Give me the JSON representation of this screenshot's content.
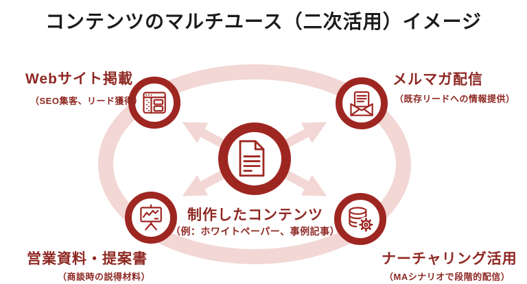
{
  "title": "コンテンツのマルチユース（二次活用）イメージ",
  "center": {
    "label": "制作したコンテンツ",
    "sublabel": "（例：ホワイトペーパー、事例記事）",
    "icon": "document-icon"
  },
  "nodes": [
    {
      "id": "web",
      "position": "top-left",
      "label": "Webサイト掲載",
      "sublabel": "（SEO集客、リード獲得）",
      "icon": "browser-icon"
    },
    {
      "id": "mailmag",
      "position": "top-right",
      "label": "メルマガ配信",
      "sublabel": "（既存リードへの情報提供）",
      "icon": "mail-icon"
    },
    {
      "id": "sales",
      "position": "bottom-left",
      "label": "営業資料・提案書",
      "sublabel": "（商談時の説得材料）",
      "icon": "presentation-icon"
    },
    {
      "id": "nurturing",
      "position": "bottom-right",
      "label": "ナーチャリング活用",
      "sublabel": "（MAシナリオで段階的配信）",
      "icon": "database-gear-icon"
    }
  ],
  "colors": {
    "accent_dark": "#9e2621",
    "accent_text": "#8e2722",
    "accent_light": "#f2d7d4",
    "title_color": "#1b1b1b"
  }
}
